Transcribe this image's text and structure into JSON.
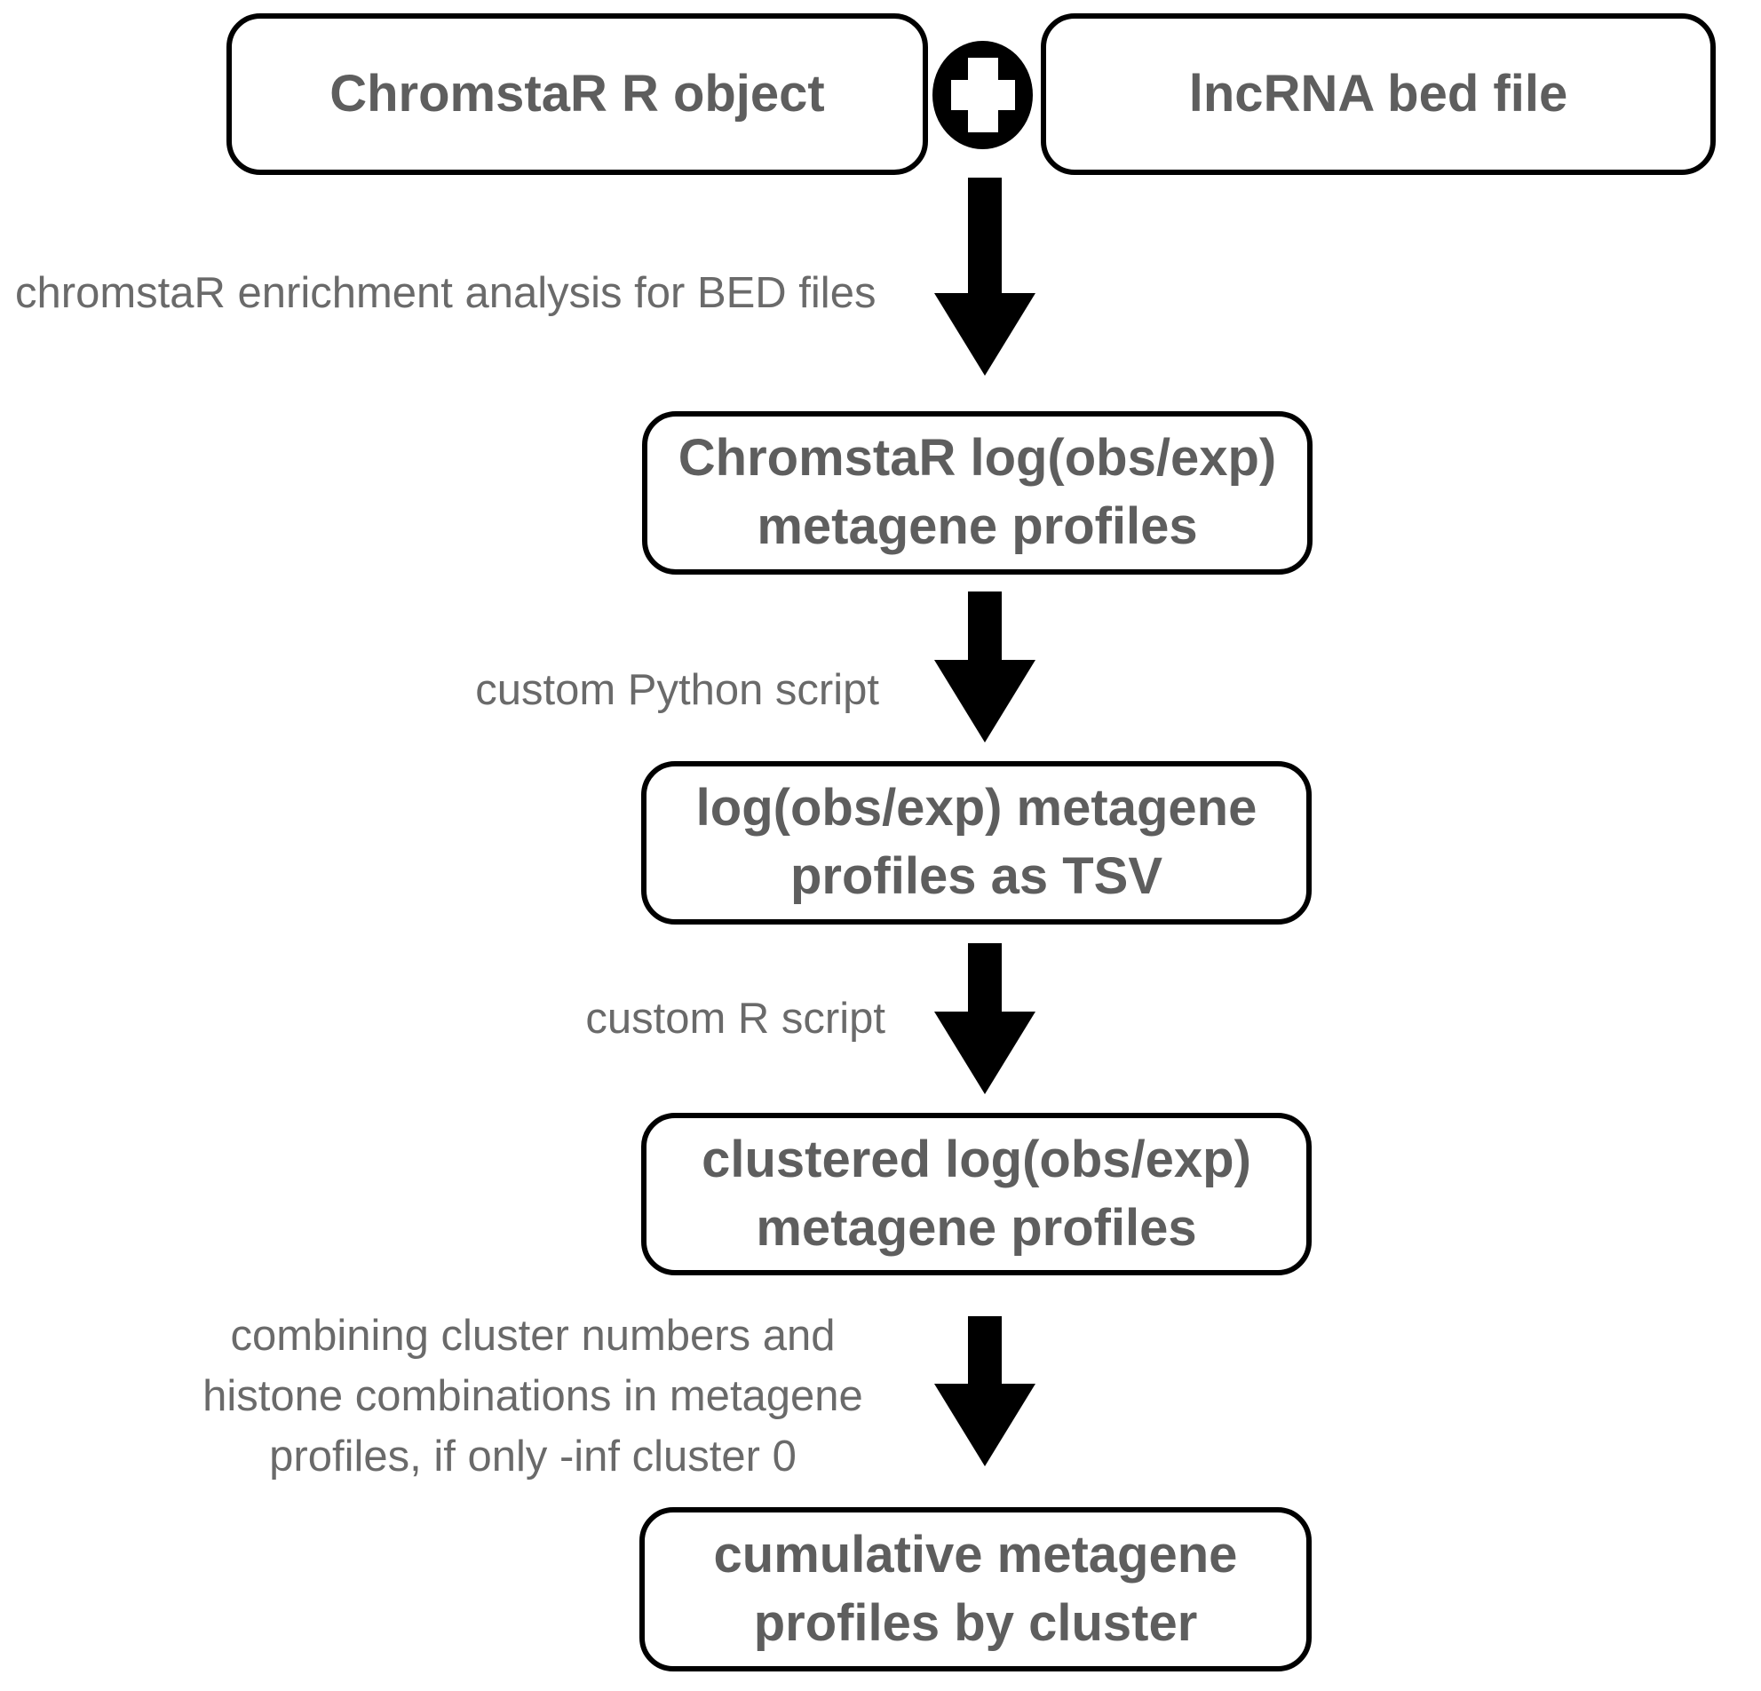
{
  "flowchart": {
    "inputs": {
      "left_box": "ChromstaR R object",
      "right_box": "lncRNA bed file",
      "plus_icon": "plus"
    },
    "steps": [
      {
        "arrow_label": "chromstaR enrichment analysis for BED files",
        "box": "ChromstaR log(obs/exp)\nmetagene profiles"
      },
      {
        "arrow_label": "custom Python script",
        "box": "log(obs/exp) metagene\nprofiles as TSV"
      },
      {
        "arrow_label": "custom R script",
        "box": "clustered log(obs/exp)\nmetagene profiles"
      },
      {
        "arrow_label": "combining cluster numbers and\nhistone combinations in metagene\nprofiles, if only -inf cluster 0",
        "box": "cumulative metagene\nprofiles by cluster"
      }
    ],
    "colors": {
      "background": "#ffffff",
      "box_border": "#000000",
      "box_text": "#5e5e5e",
      "edge_label_text": "#6a6a6a",
      "arrow_fill": "#000000",
      "plus_fill": "#000000",
      "plus_glyph": "#ffffff"
    }
  }
}
